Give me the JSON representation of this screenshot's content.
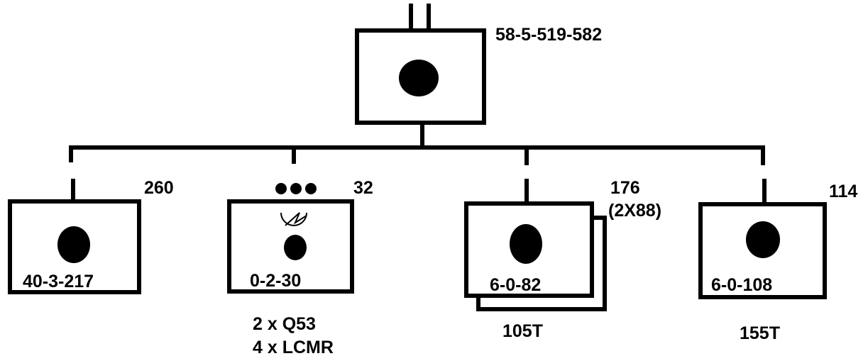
{
  "diagram": {
    "colors": {
      "stroke": "#000000",
      "fill": "#ffffff"
    },
    "root": {
      "total": "58-5-519-582",
      "symbol": "filled-circle"
    },
    "children": [
      {
        "id": "c1",
        "total": "260",
        "code": "40-3-217",
        "symbol": "filled-circle"
      },
      {
        "id": "c2",
        "total": "32",
        "code": "0-2-30",
        "symbol": "filled-circle",
        "marker_dots": 3,
        "branch_symbol": "artillery-branch-icon",
        "notes": [
          "2 x Q53",
          "4 x LCMR"
        ]
      },
      {
        "id": "c3",
        "total": "176",
        "total_detail": "(2X88)",
        "code": "6-0-82",
        "symbol": "filled-circle",
        "stacked": true,
        "notes": [
          "105T"
        ]
      },
      {
        "id": "c4",
        "total": "114",
        "code": "6-0-108",
        "symbol": "filled-circle",
        "notes": [
          "155T"
        ]
      }
    ]
  }
}
